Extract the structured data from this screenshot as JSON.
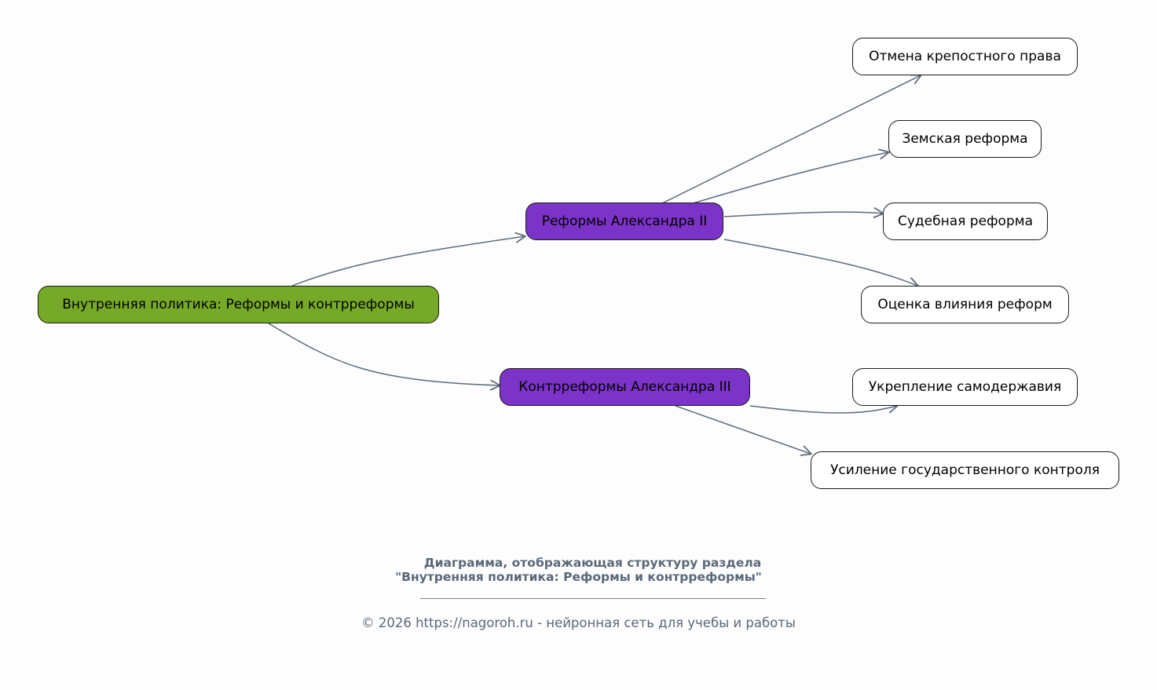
{
  "diagram": {
    "root": {
      "label": "Внутренняя политика: Реформы и контрреформы",
      "color": "#76a928"
    },
    "reforms": {
      "label": "Реформы Александра II",
      "color": "#7b33c8"
    },
    "counter": {
      "label": "Контрреформы Александра III",
      "color": "#7b33c8"
    },
    "reform_children": [
      "Отмена крепостного права",
      "Земская реформа",
      "Судебная реформа",
      "Оценка влияния реформ"
    ],
    "counter_children": [
      "Укрепление самодержавия",
      "Усиление государственного контроля"
    ],
    "edge_color": "#5f6b7a"
  },
  "caption": {
    "line1": "Диаграмма, отображающая структуру раздела",
    "line2": "\"Внутренняя политика: Реформы и контрреформы\""
  },
  "footer": "© 2026 https://nagoroh.ru - нейронная сеть для учебы и работы"
}
